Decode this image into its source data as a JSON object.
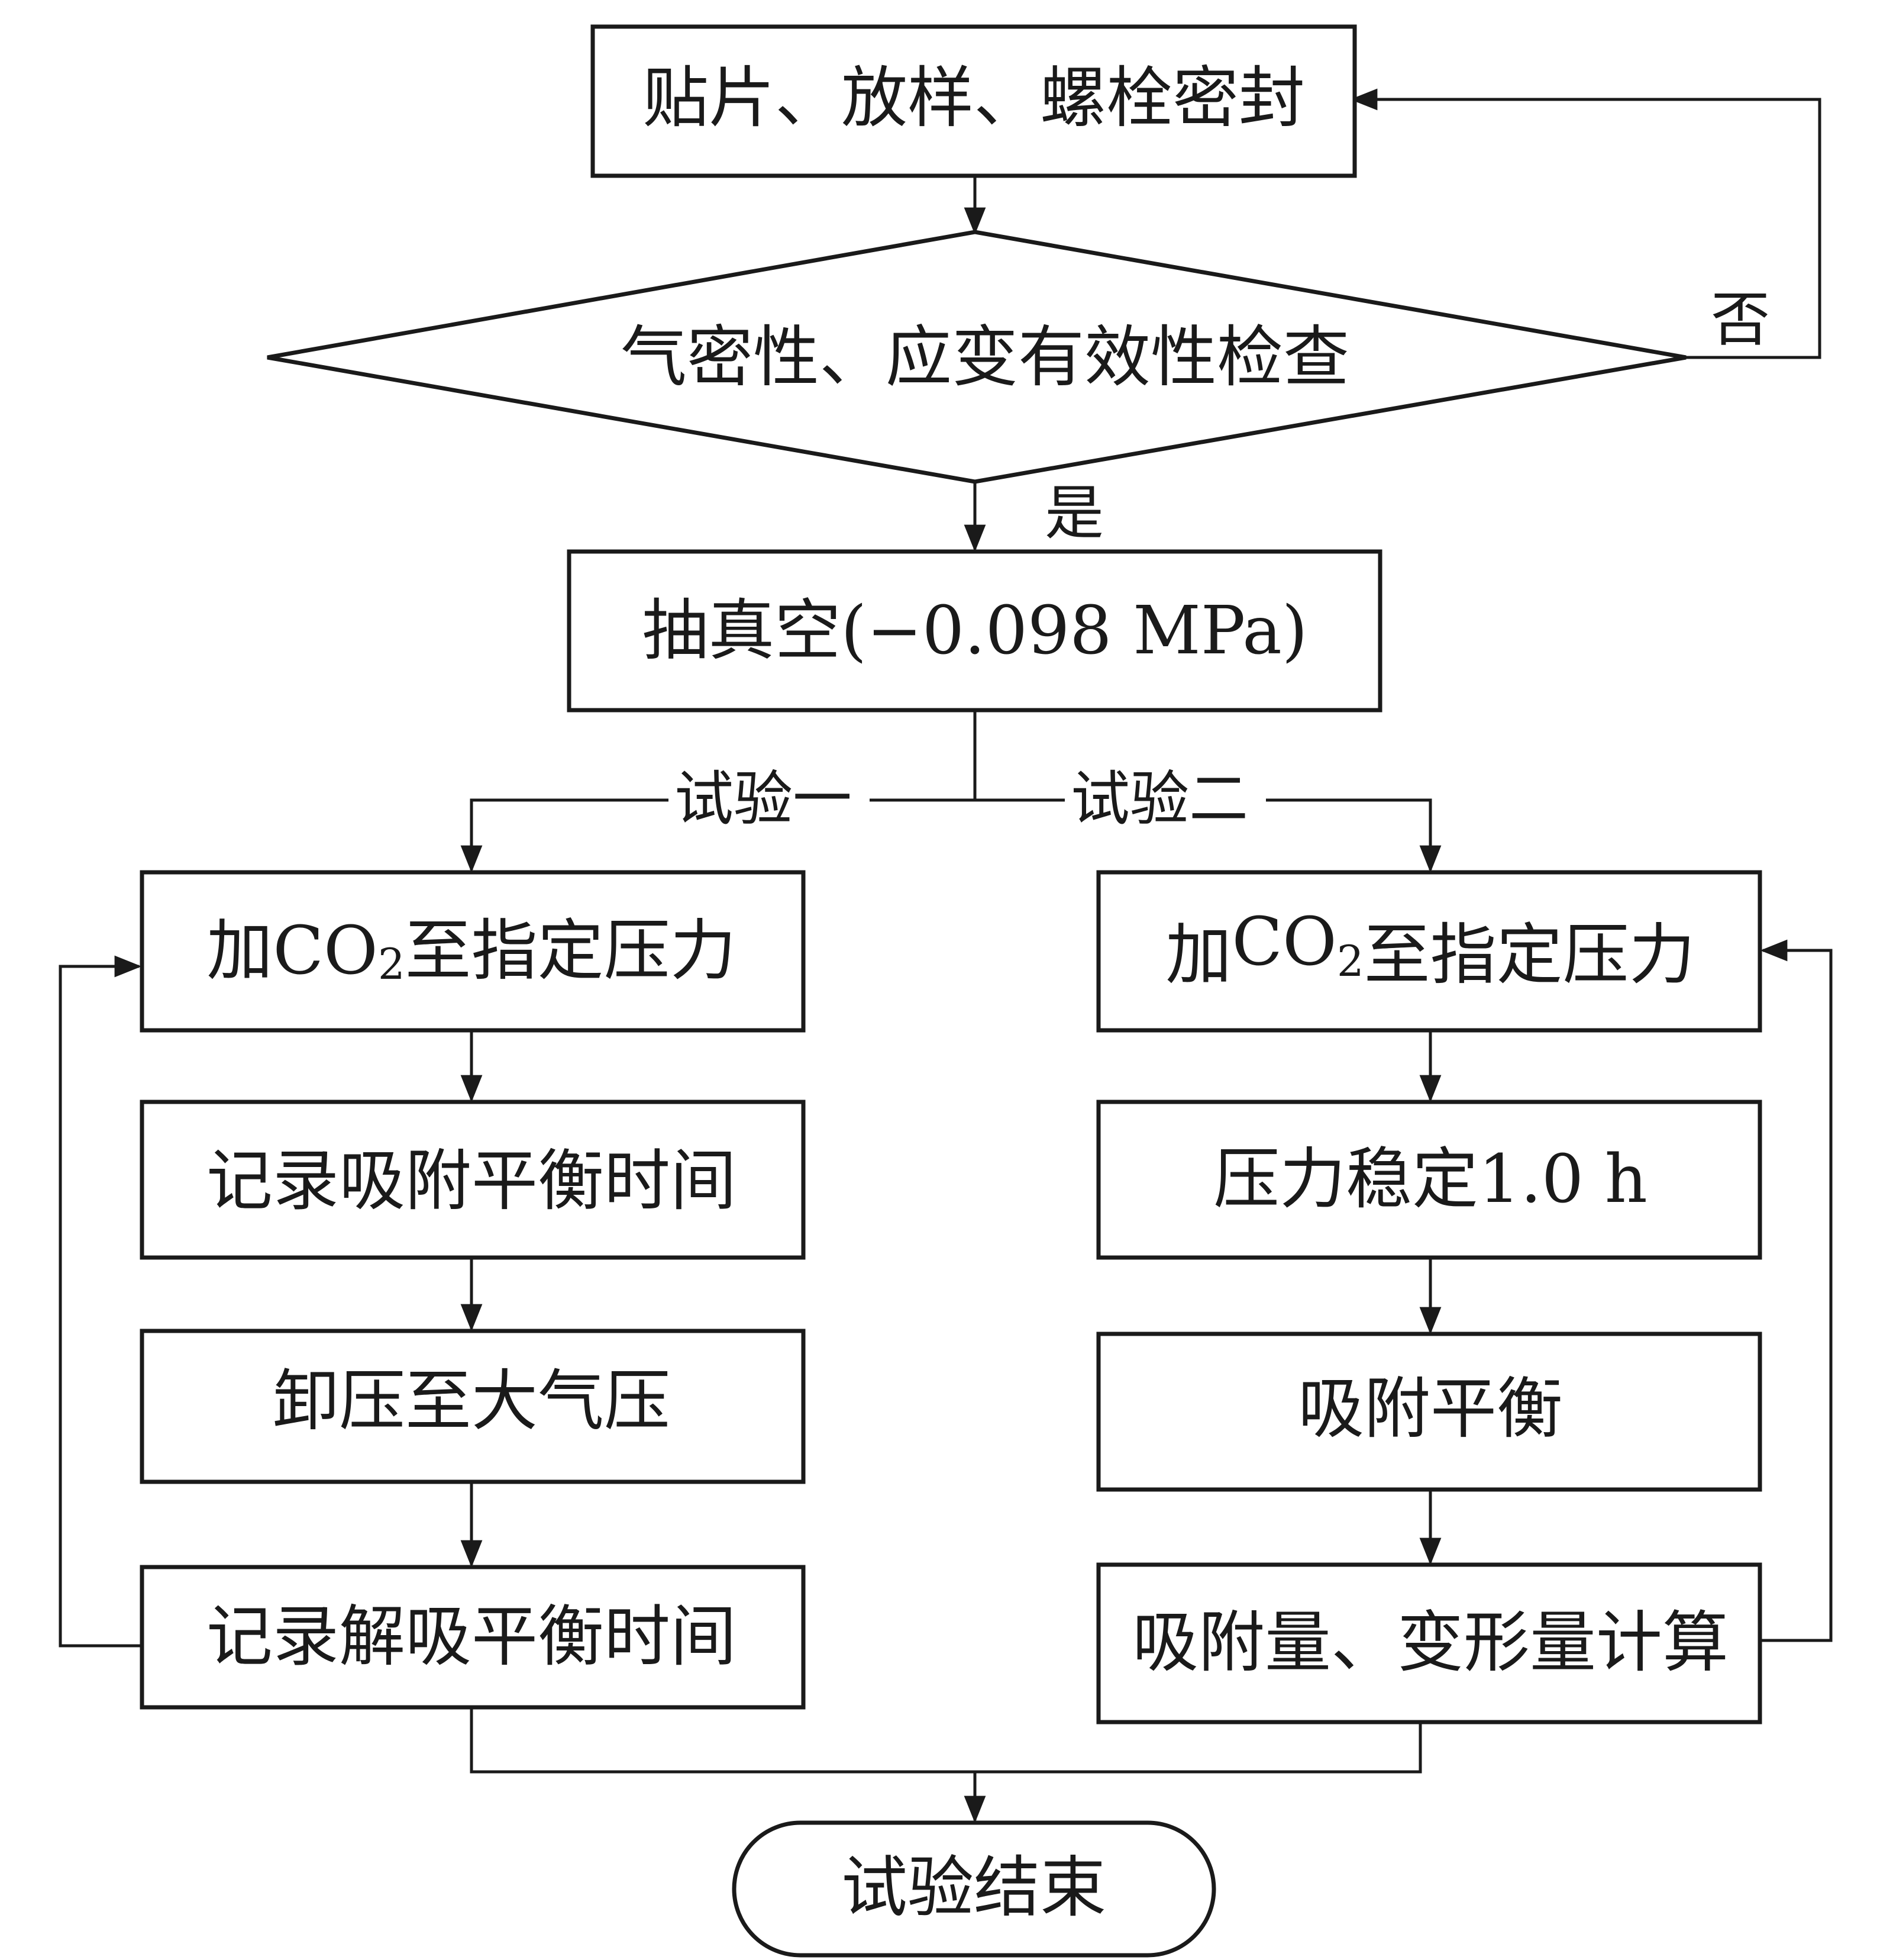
{
  "nodes": {
    "prepare": "贴片、放样、螺栓密封",
    "check": "气密性、应变有效性检查",
    "vacuum": "抽真空(−0.098 MPa)",
    "exp1_add_pre": "加",
    "exp1_add_chem": "CO",
    "exp1_add_sub": "2",
    "exp1_add_post": "至指定压力",
    "exp1_record_ads": "记录吸附平衡时间",
    "exp1_release": "卸压至大气压",
    "exp1_record_des": "记录解吸平衡时间",
    "exp2_add_pre": "加",
    "exp2_add_chem": "CO",
    "exp2_add_sub": "2",
    "exp2_add_post": "至指定压力",
    "exp2_stable": "压力稳定1.0 h",
    "exp2_equilibrium": "吸附平衡",
    "exp2_calc": "吸附量、变形量计算",
    "end": "试验结束"
  },
  "edges": {
    "no": "否",
    "yes": "是",
    "exp1": "试验一",
    "exp2": "试验二"
  }
}
